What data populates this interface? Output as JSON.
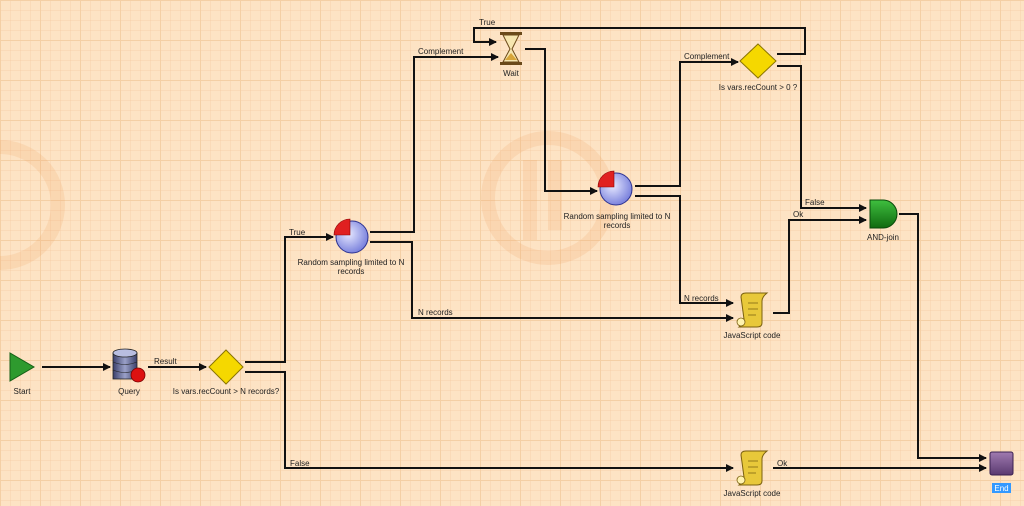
{
  "nodes": {
    "start": "Start",
    "query": "Query",
    "decision_records": "Is vars.recCount > N records?",
    "sampling_1": [
      "Random sampling limited to N",
      "records"
    ],
    "wait": "Wait",
    "sampling_2": [
      "Random sampling limited to N",
      "records"
    ],
    "decision_count": "Is vars.recCount > 0 ?",
    "and_join": "AND-join",
    "js_code_1": "JavaScript code",
    "js_code_2": "JavaScript code",
    "end": "End"
  },
  "edges": {
    "result": "Result",
    "true_1": "True",
    "false_1": "False",
    "complement_1": "Complement",
    "true_2": "True",
    "complement_2": "Complement",
    "false_2": "False",
    "ok_1": "Ok",
    "n_records_1": "N records",
    "n_records_2": "N records",
    "ok_2": "Ok"
  },
  "colors": {
    "background": "#fde3c4",
    "start": "#2e9a2e",
    "decision": "#f5d800",
    "and_join": "#1d8a1d",
    "end": "#7a4f8a",
    "edge": "#111111"
  }
}
